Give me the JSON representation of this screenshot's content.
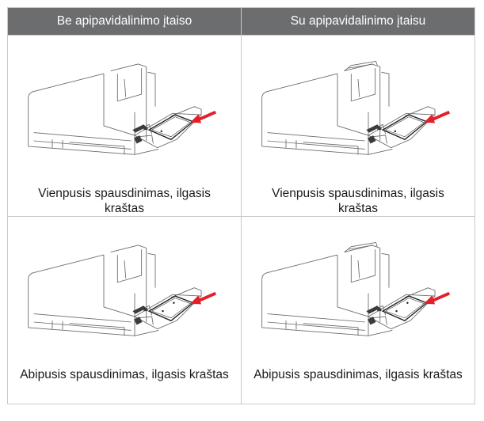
{
  "table": {
    "headers": [
      "Be apipavidalinimo įtaiso",
      "Su apipavidalinimo įtaisu"
    ],
    "rows": [
      {
        "cells": [
          {
            "caption": "Vienpusis spausdinimas, ilgasis kraštas",
            "finisher": false,
            "duplex": false
          },
          {
            "caption": "Vienpusis spausdinimas, ilgasis kraštas",
            "finisher": true,
            "duplex": false
          }
        ]
      },
      {
        "cells": [
          {
            "caption": "Abipusis spausdinimas, ilgasis kraštas",
            "finisher": false,
            "duplex": true
          },
          {
            "caption": "Abipusis spausdinimas, ilgasis kraštas",
            "finisher": true,
            "duplex": true
          }
        ]
      }
    ]
  },
  "colors": {
    "header_bg": "#6b6d6f",
    "header_text": "#ffffff",
    "arrow": "#e3202a",
    "line_art": "#555555"
  }
}
